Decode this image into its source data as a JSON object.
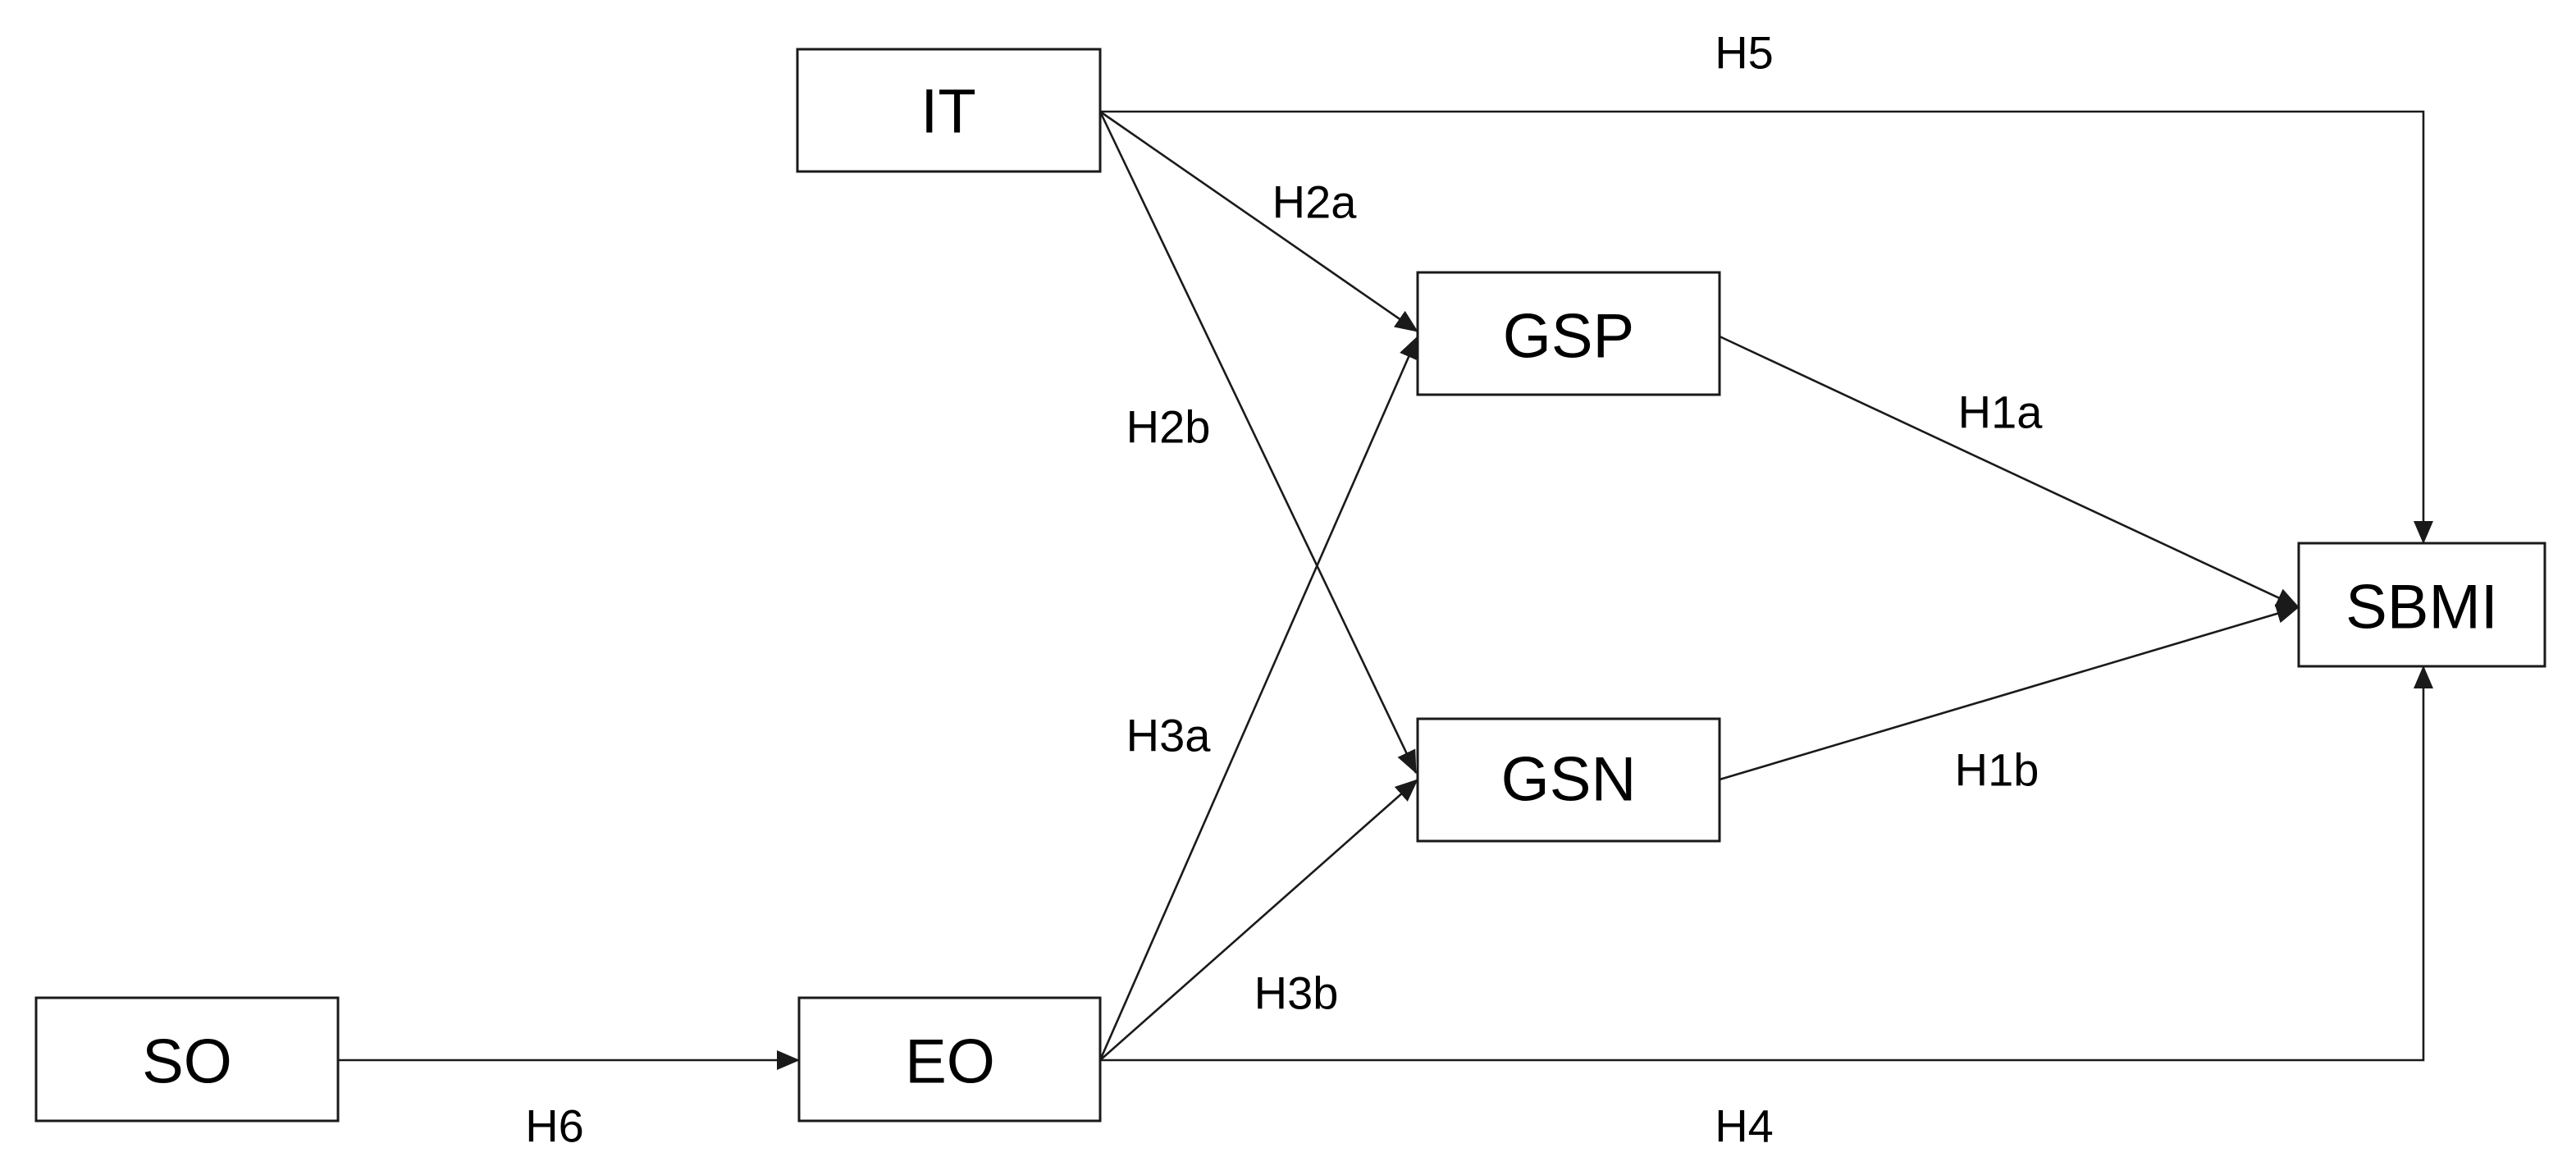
{
  "nodes": {
    "it": "IT",
    "gsp": "GSP",
    "gsn": "GSN",
    "sbmi": "SBMI",
    "so": "SO",
    "eo": "EO"
  },
  "edges": {
    "h5": "H5",
    "h2a": "H2a",
    "h2b": "H2b",
    "h1a": "H1a",
    "h1b": "H1b",
    "h3a": "H3a",
    "h3b": "H3b",
    "h4": "H4",
    "h6": "H6"
  },
  "colors": {
    "stroke": "#1a1a1a",
    "text": "#000000",
    "background": "#ffffff"
  }
}
